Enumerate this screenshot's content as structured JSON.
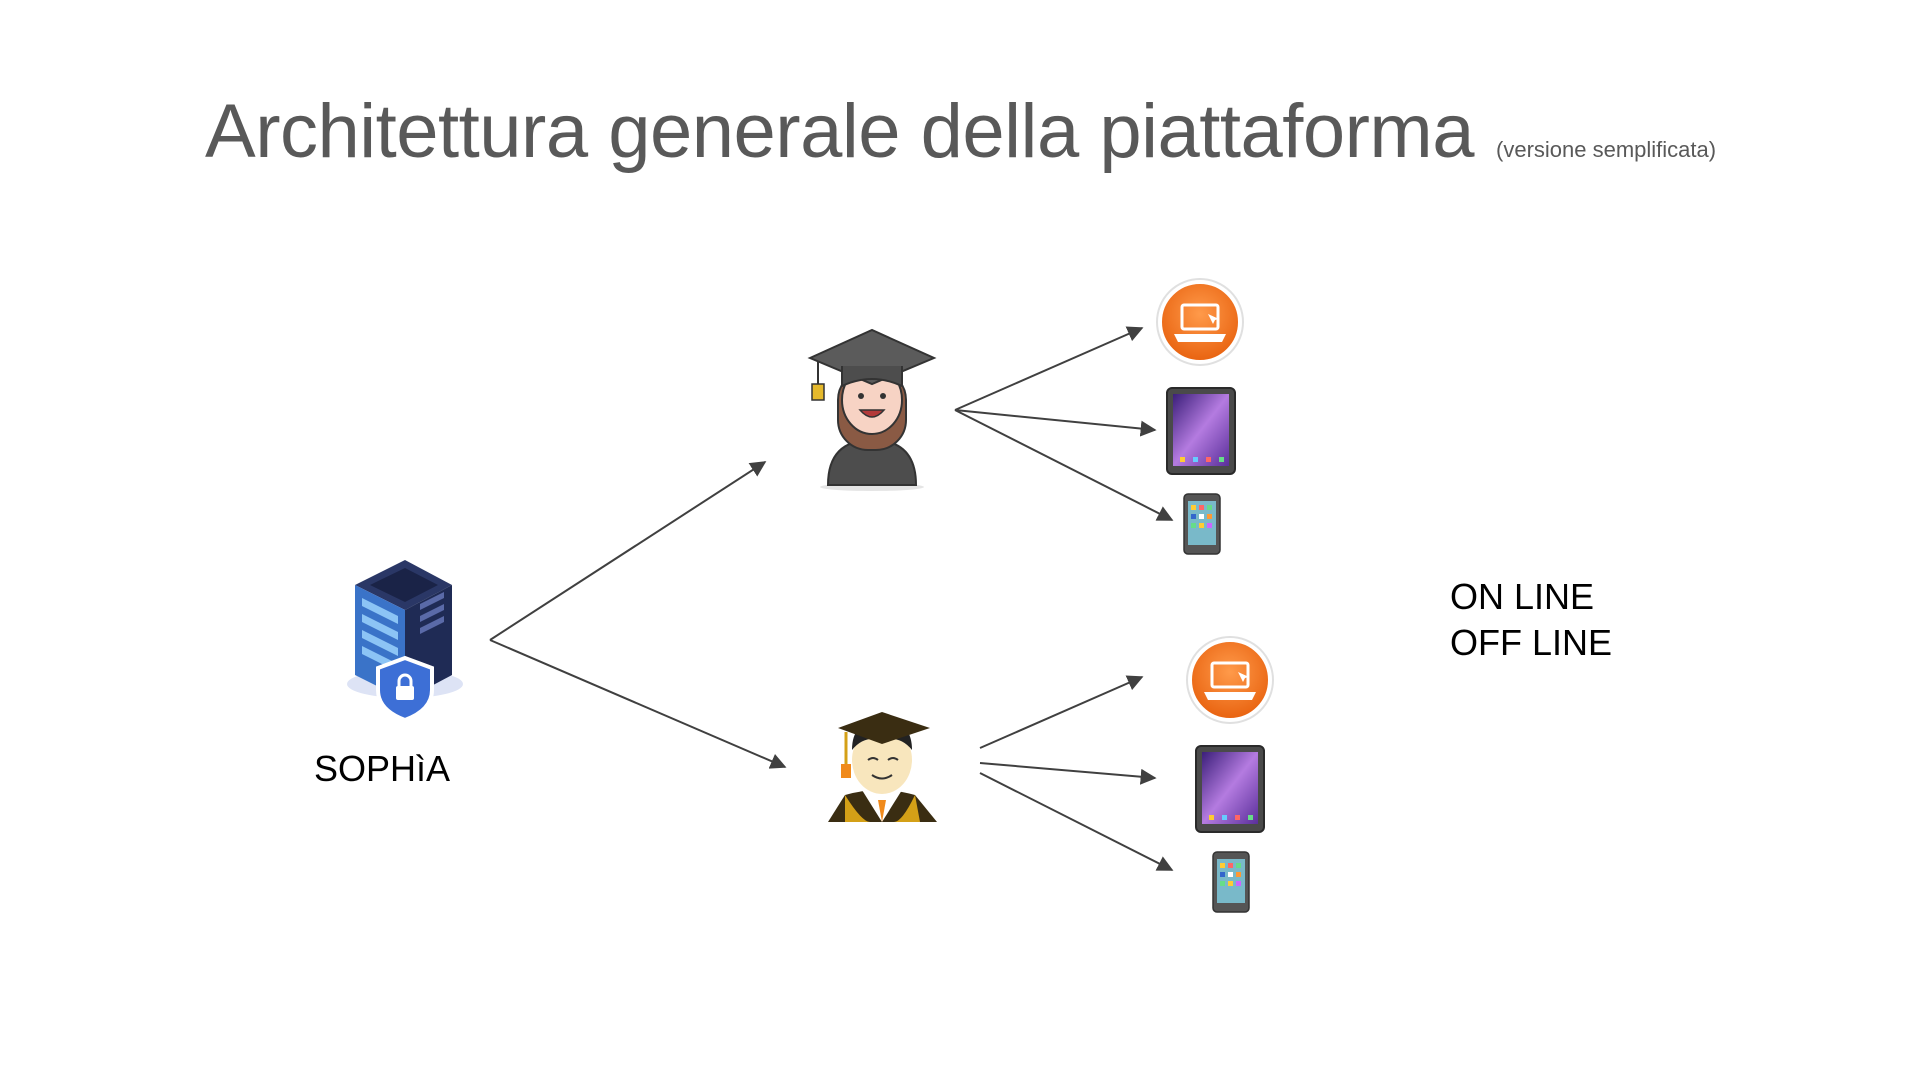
{
  "title": {
    "main": "Architettura generale della piattaforma",
    "sub": "(versione semplificata)"
  },
  "server": {
    "label": "SOPHìA"
  },
  "status": {
    "line1": "ON LINE",
    "line2": "OFF LINE"
  },
  "colors": {
    "text": "#595959",
    "arrow": "#404040",
    "orange": "#f47a1f",
    "server": "#2c3e70"
  },
  "icons": [
    "server-lock-icon",
    "female-graduate-icon",
    "male-graduate-icon",
    "laptop-icon",
    "tablet-icon",
    "smartphone-icon"
  ]
}
